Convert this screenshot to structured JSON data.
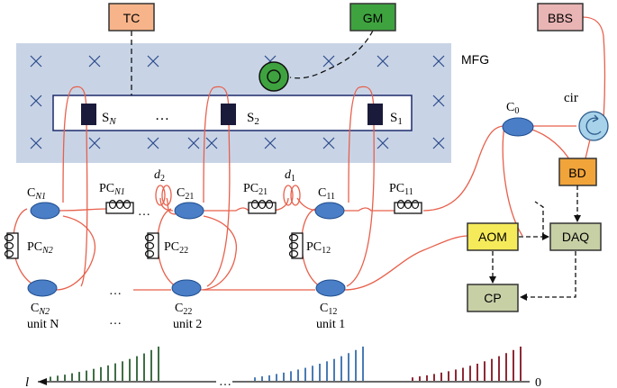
{
  "boxes": {
    "tc": "TC",
    "gm": "GM",
    "bbs": "BBS",
    "bd": "BD",
    "aom": "AOM",
    "daq": "DAQ",
    "cp": "CP"
  },
  "labels": {
    "mfg": "MFG",
    "cir": "cir",
    "c0": "C",
    "c0_sub": "0",
    "ellipsis": "…",
    "axis_left": "l",
    "axis_right": "0"
  },
  "sensors": [
    {
      "base": "S",
      "sub": "N"
    },
    {
      "base": "S",
      "sub": "2"
    },
    {
      "base": "S",
      "sub": "1"
    }
  ],
  "units": [
    {
      "name": "unit N",
      "c_top": "C",
      "c_top_sub": "N1",
      "c_bot": "C",
      "c_bot_sub": "N2",
      "pc_h": "PC",
      "pc_h_sub": "N1",
      "pc_v": "PC",
      "pc_v_sub": "N2"
    },
    {
      "name": "unit 2",
      "c_top": "C",
      "c_top_sub": "21",
      "c_bot": "C",
      "c_bot_sub": "22",
      "pc_h": "PC",
      "pc_h_sub": "21",
      "pc_v": "PC",
      "pc_v_sub": "22",
      "delay": "d",
      "delay_sub": "2"
    },
    {
      "name": "unit 1",
      "c_top": "C",
      "c_top_sub": "11",
      "c_bot": "C",
      "c_bot_sub": "12",
      "pc_h": "PC",
      "pc_h_sub": "11",
      "pc_v": "PC",
      "pc_v_sub": "12",
      "delay": "d",
      "delay_sub": "1"
    }
  ],
  "pulse_trains": [
    {
      "name": "unit N",
      "color": "#3f6f45",
      "relative_heights": [
        0.12,
        0.15,
        0.18,
        0.22,
        0.26,
        0.3,
        0.35,
        0.4,
        0.45,
        0.51,
        0.57,
        0.64,
        0.72,
        0.8,
        0.9,
        1.0
      ]
    },
    {
      "name": "unit 2",
      "color": "#4a7bb5",
      "relative_heights": [
        0.1,
        0.13,
        0.16,
        0.2,
        0.24,
        0.28,
        0.33,
        0.38,
        0.44,
        0.5,
        0.57,
        0.64,
        0.72,
        0.81,
        0.9,
        1.0
      ]
    },
    {
      "name": "unit 1",
      "color": "#8e2a35",
      "relative_heights": [
        0.1,
        0.13,
        0.16,
        0.2,
        0.24,
        0.28,
        0.33,
        0.38,
        0.44,
        0.5,
        0.57,
        0.64,
        0.72,
        0.81,
        0.9,
        1.0
      ]
    }
  ],
  "colors": {
    "fiber": "#e8604c",
    "mfg_fill": "#c8d4e6",
    "tc_fill": "#f7b48a",
    "gm_fill": "#3ea33f",
    "bbs_fill": "#e9b4b4",
    "bd_fill": "#f1a43a",
    "aom_fill": "#f5ea5a",
    "daq_fill": "#c7cfa5",
    "cp_fill": "#c7cfa5",
    "coupler_fill": "#4a7ec6"
  }
}
